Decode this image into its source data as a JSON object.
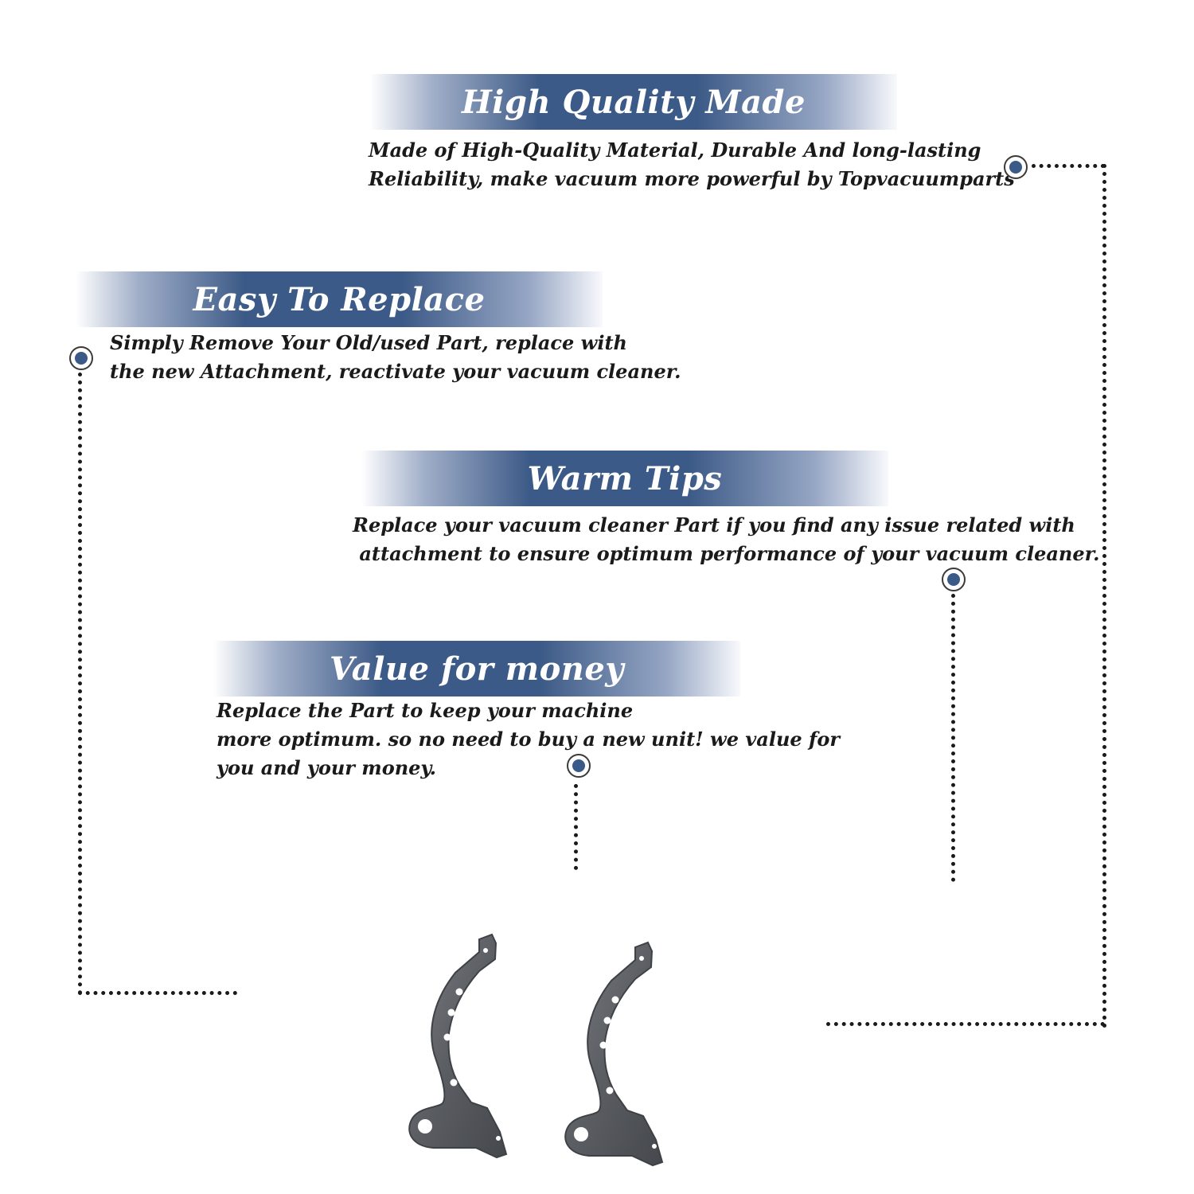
{
  "sections": [
    {
      "title": "High Quality Made",
      "lines": [
        "Made of  High-Quality Material, Durable And long-lasting",
        "Reliability, make vacuum more powerful by Topvacuumparts"
      ]
    },
    {
      "title": "Easy To Replace",
      "lines": [
        "Simply Remove Your Old/used Part, replace with",
        "the new Attachment, reactivate your vacuum cleaner."
      ]
    },
    {
      "title": "Warm Tips",
      "lines": [
        "Replace your vacuum cleaner Part if you find any issue related with",
        " attachment to ensure optimum performance of your vacuum cleaner."
      ]
    },
    {
      "title": "Value for money",
      "lines": [
        "Replace the Part to keep your machine",
        "more optimum. so no need to buy a new unit! we value for",
        "you and your money."
      ]
    }
  ],
  "colors": {
    "accent": "#3c5a87",
    "text": "#1a1a1a",
    "part": "#5a5d62"
  },
  "product": {
    "name": "metal-bracket-pair",
    "count": 2
  }
}
